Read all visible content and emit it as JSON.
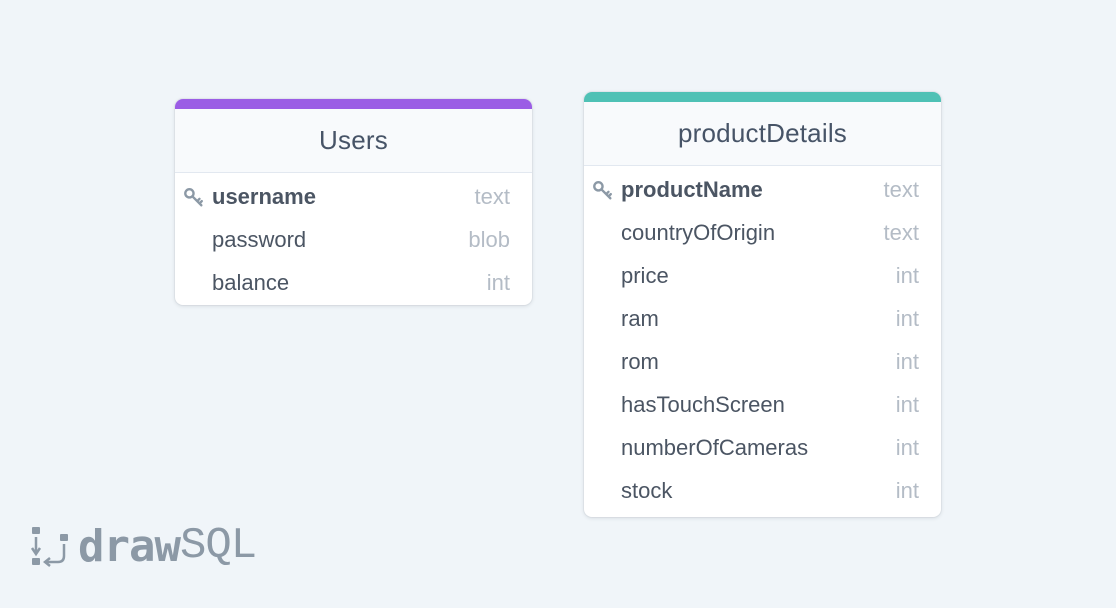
{
  "colors": {
    "background": "#f0f5f9",
    "users_accent": "#9b5de5",
    "products_accent": "#4fc1b5",
    "text": "#4b5563",
    "type_text": "#b4bcc6",
    "logo": "#8c99a6"
  },
  "tables": {
    "users": {
      "name": "Users",
      "accent": "#9b5de5",
      "columns": [
        {
          "name": "username",
          "type": "text",
          "primary_key": true
        },
        {
          "name": "password",
          "type": "blob",
          "primary_key": false
        },
        {
          "name": "balance",
          "type": "int",
          "primary_key": false
        }
      ]
    },
    "products": {
      "name": "productDetails",
      "accent": "#4fc1b5",
      "columns": [
        {
          "name": "productName",
          "type": "text",
          "primary_key": true
        },
        {
          "name": "countryOfOrigin",
          "type": "text",
          "primary_key": false
        },
        {
          "name": "price",
          "type": "int",
          "primary_key": false
        },
        {
          "name": "ram",
          "type": "int",
          "primary_key": false
        },
        {
          "name": "rom",
          "type": "int",
          "primary_key": false
        },
        {
          "name": "hasTouchScreen",
          "type": "int",
          "primary_key": false
        },
        {
          "name": "numberOfCameras",
          "type": "int",
          "primary_key": false
        },
        {
          "name": "stock",
          "type": "int",
          "primary_key": false
        }
      ]
    }
  },
  "logo": {
    "text_bold": "draw",
    "text_light": "SQL",
    "icon": "drawsql-logo-icon"
  }
}
